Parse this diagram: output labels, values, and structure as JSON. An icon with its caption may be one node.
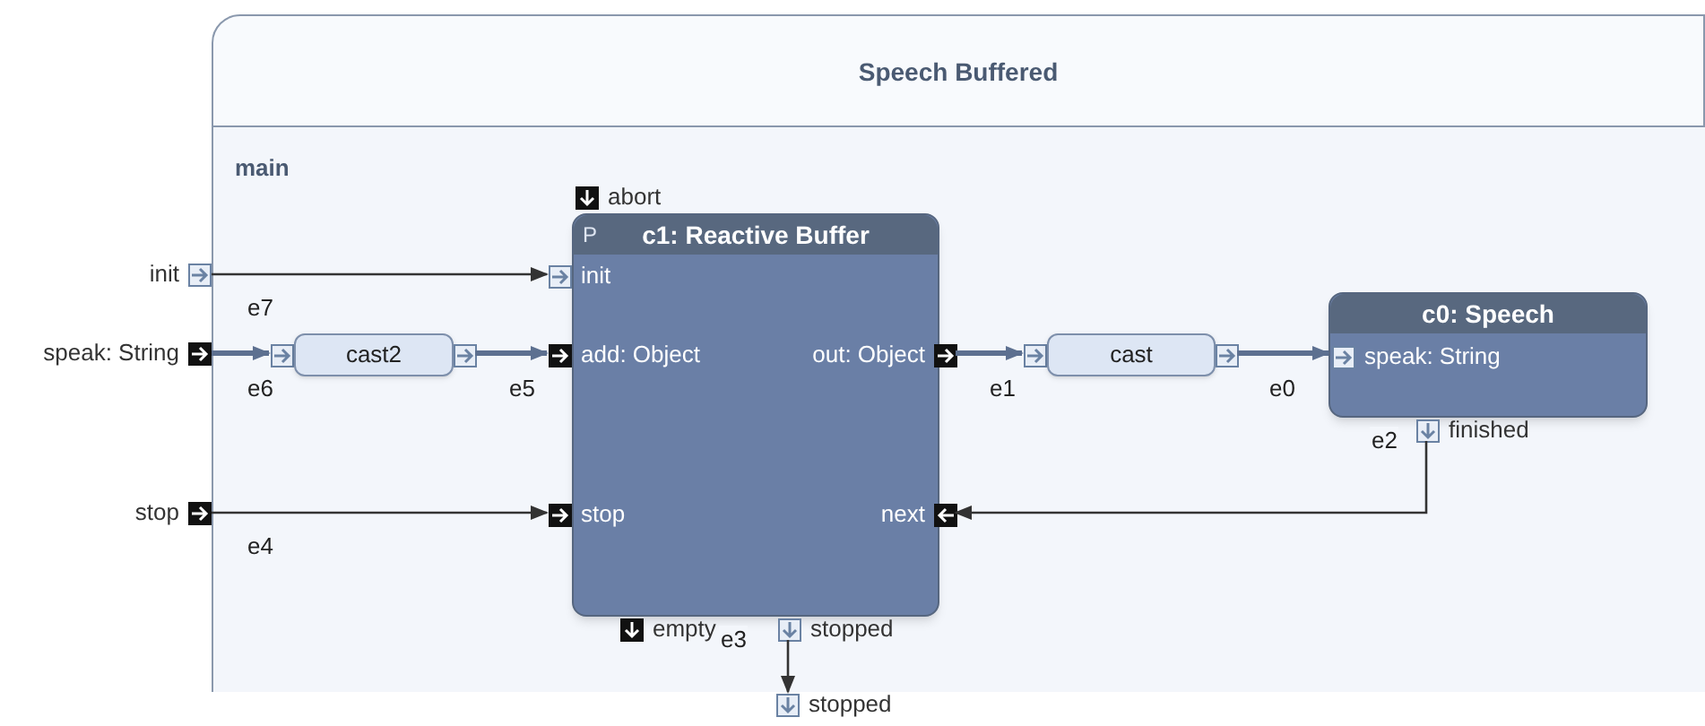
{
  "diagram": {
    "nodes": [
      {
        "text": [
          "Speech Buffered"
        ]
      },
      {
        "text": [
          "main"
        ],
        "in": 0
      },
      {
        "text": [
          "init"
        ]
      },
      {
        "text": [
          "speak: String"
        ]
      },
      {
        "text": [
          "stop"
        ]
      },
      {
        "text": [
          "cast2"
        ],
        "in": 1
      },
      {
        "text": [
          "P",
          "c1: Reactive Buffer"
        ],
        "in": 1
      },
      {
        "text": [
          "init"
        ],
        "in": 1
      },
      {
        "text": [
          "add: Object"
        ],
        "in": 1
      },
      {
        "text": [
          "stop"
        ],
        "in": 1
      },
      {
        "text": [
          "out: Object"
        ],
        "in": 1
      },
      {
        "text": [
          "next"
        ],
        "in": 1
      },
      {
        "text": [
          "abort"
        ],
        "in": 1
      },
      {
        "text": [
          "empty"
        ],
        "in": 1
      },
      {
        "text": [
          "stopped"
        ],
        "in": 1
      },
      {
        "text": [
          "cast"
        ],
        "in": 1
      },
      {
        "text": [
          "c0: Speech"
        ],
        "in": 1
      },
      {
        "text": [
          "speak: String"
        ],
        "in": 16
      },
      {
        "text": [
          "finished"
        ],
        "in": 1
      },
      {
        "text": [
          "stopped"
        ]
      }
    ],
    "edges": [
      {
        "from": 2,
        "to": 7,
        "arrow": "to",
        "label": "e7"
      },
      {
        "from": 3,
        "to": 5,
        "arrow": "to",
        "label": "e6",
        "style": "thick",
        "color": "#5d7090"
      },
      {
        "from": 5,
        "to": 8,
        "arrow": "to",
        "label": "e5",
        "style": "thick",
        "color": "#5d7090"
      },
      {
        "from": 10,
        "to": 15,
        "arrow": "to",
        "label": "e1",
        "style": "thick",
        "color": "#5d7090"
      },
      {
        "from": 15,
        "to": 17,
        "arrow": "to",
        "label": "e0",
        "style": "thick",
        "color": "#5d7090"
      },
      {
        "from": 18,
        "to": 11,
        "arrow": "to",
        "label": "e2"
      },
      {
        "from": 4,
        "to": 9,
        "arrow": "to",
        "label": "e4"
      },
      {
        "from": 14,
        "to": 19,
        "arrow": "to",
        "label": "e3"
      }
    ]
  }
}
